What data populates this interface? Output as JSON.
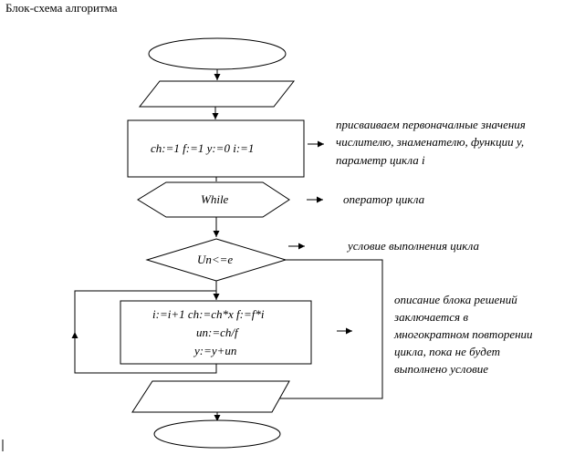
{
  "diagram": {
    "title": "Блок-схема алгоритма",
    "init_block": "ch:=1  f:=1  y:=0  i:=1",
    "loop_block": "While",
    "condition_block": "Un<=e",
    "body_block": {
      "line1": "i:=i+1 ch:=ch*x  f:=f*i",
      "line2": "un:=ch/f",
      "line3": "y:=y+un"
    },
    "notes": {
      "init": {
        "line1": "присваиваем первоначалные значения",
        "line2": "числителю, знаменателю, функции y,",
        "line3": "параметр цикла i"
      },
      "loop": "оператор цикла",
      "condition": "условие выполнения цикла",
      "body": {
        "line1": "описание блока решений",
        "line2": "заключается в",
        "line3": "многократном повторении",
        "line4": "цикла, пока не будет",
        "line5": "выполнено условие"
      }
    }
  }
}
